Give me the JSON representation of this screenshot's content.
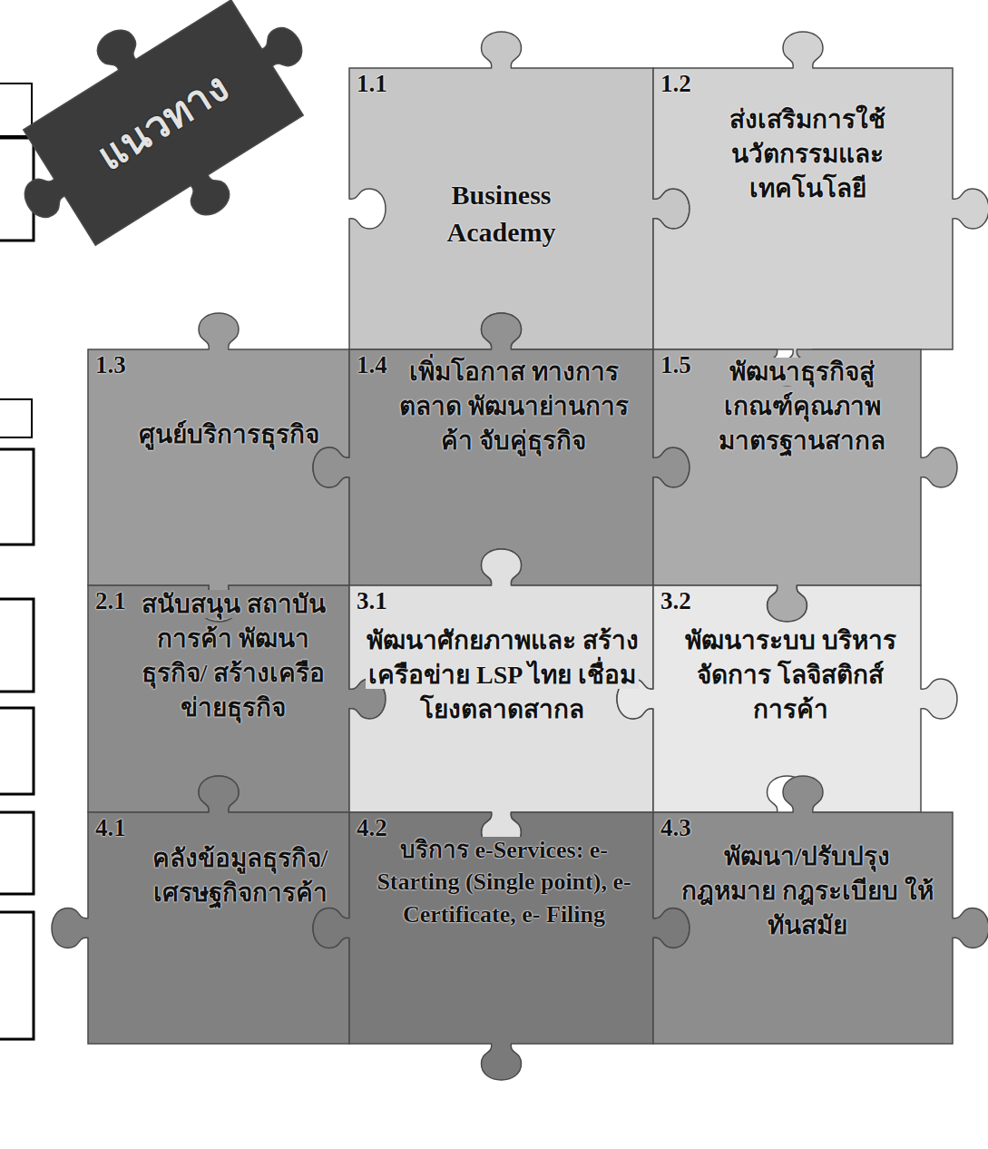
{
  "diagram": {
    "nodes": [
      {
        "text": [
          "แนวทาง"
        ]
      },
      {
        "text": [
          "1.1",
          "Business Academy"
        ]
      },
      {
        "text": [
          "1.2",
          "ส่งเสริมการใช้ นวัตกรรมและ เทคโนโลยี"
        ]
      },
      {
        "text": [
          "1.3",
          "ศูนย์บริการธุรกิจ"
        ]
      },
      {
        "text": [
          "1.4",
          "เพิ่มโอกาส ทางการตลาด พัฒนาย่านการค้า จับคู่ธุรกิจ"
        ]
      },
      {
        "text": [
          "1.5",
          "พัฒนาธุรกิจสู่ เกณฑ์คุณภาพ มาตรฐานสากล"
        ]
      },
      {
        "text": [
          "2.1",
          "สนับสนุน สถาบันการค้า พัฒนาธุรกิจ/ สร้างเครือข่ายธุรกิจ"
        ]
      },
      {
        "text": [
          "3.1",
          "พัฒนาศักยภาพและ สร้างเครือข่าย LSP ไทย เชื่อมโยงตลาดสากล"
        ]
      },
      {
        "text": [
          "3.2",
          "พัฒนาระบบ บริหารจัดการ โลจิสติกส์การค้า"
        ]
      },
      {
        "text": [
          "4.1",
          "คลังข้อมูลธุรกิจ/ เศรษฐกิจการค้า"
        ]
      },
      {
        "text": [
          "4.2",
          "บริการ e-Services: e-Starting (Single point), e-Certificate, e- Filing"
        ]
      },
      {
        "text": [
          "4.3",
          "พัฒนา/ปรับปรุง กฎหมาย กฎระเบียบ ให้ทันสมัย"
        ]
      }
    ]
  }
}
